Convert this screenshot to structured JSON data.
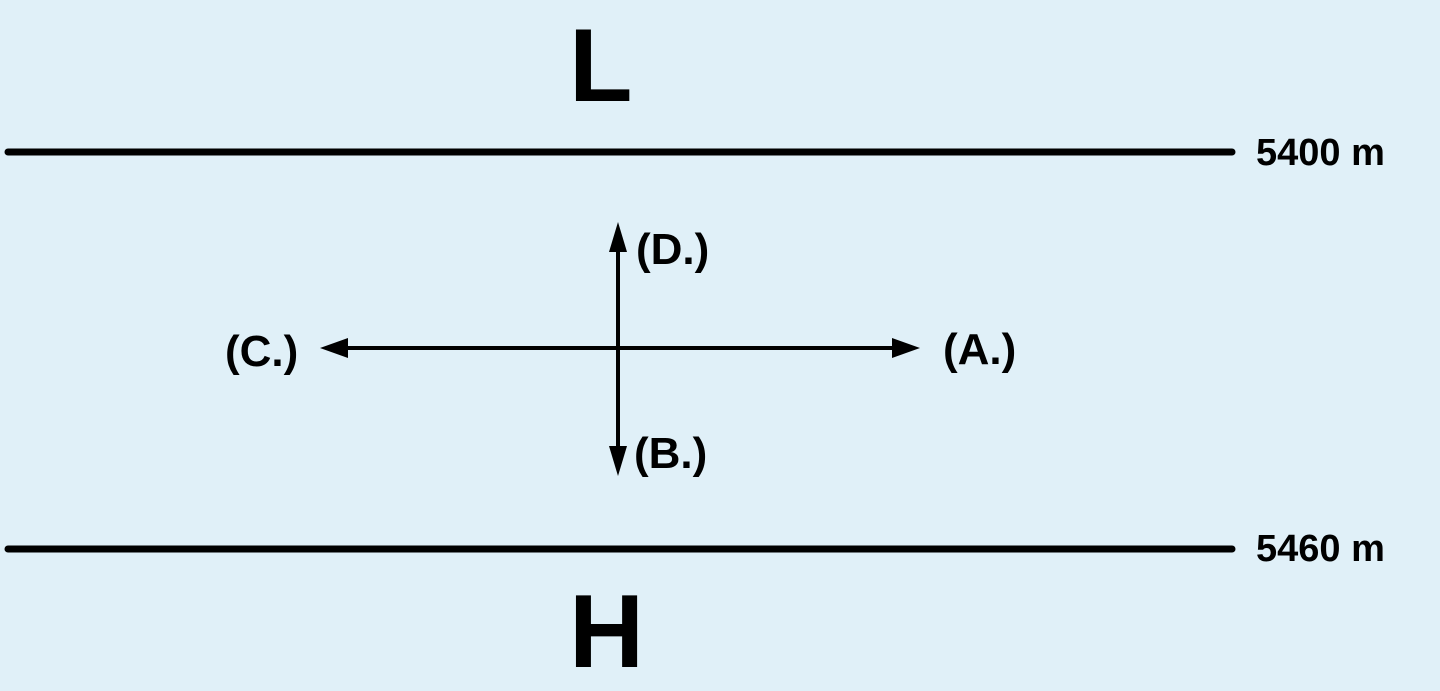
{
  "diagram": {
    "low_label": "L",
    "high_label": "H",
    "contours": [
      {
        "label": "5400 m"
      },
      {
        "label": "5460 m"
      }
    ],
    "arrows": {
      "east": "(A.)",
      "south": "(B.)",
      "west": "(C.)",
      "north": "(D.)"
    },
    "colors": {
      "background": "#e0f0f8",
      "line": "#000000"
    }
  }
}
